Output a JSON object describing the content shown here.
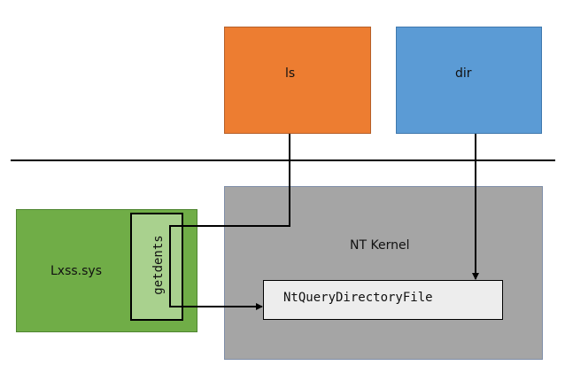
{
  "diagram": {
    "ls_label": "ls",
    "dir_label": "dir",
    "kernel_label": "NT Kernel",
    "lxss_label": "Lxss.sys",
    "getdents_label": "getdents",
    "ntquery_label": "NtQueryDirectoryFile"
  },
  "colors": {
    "ls": "#ed7d31",
    "dir": "#5b9bd5",
    "kernel": "#a5a5a5",
    "lxss": "#70ad47",
    "getdents": "#a9d18e",
    "ntquery": "#ededed"
  }
}
